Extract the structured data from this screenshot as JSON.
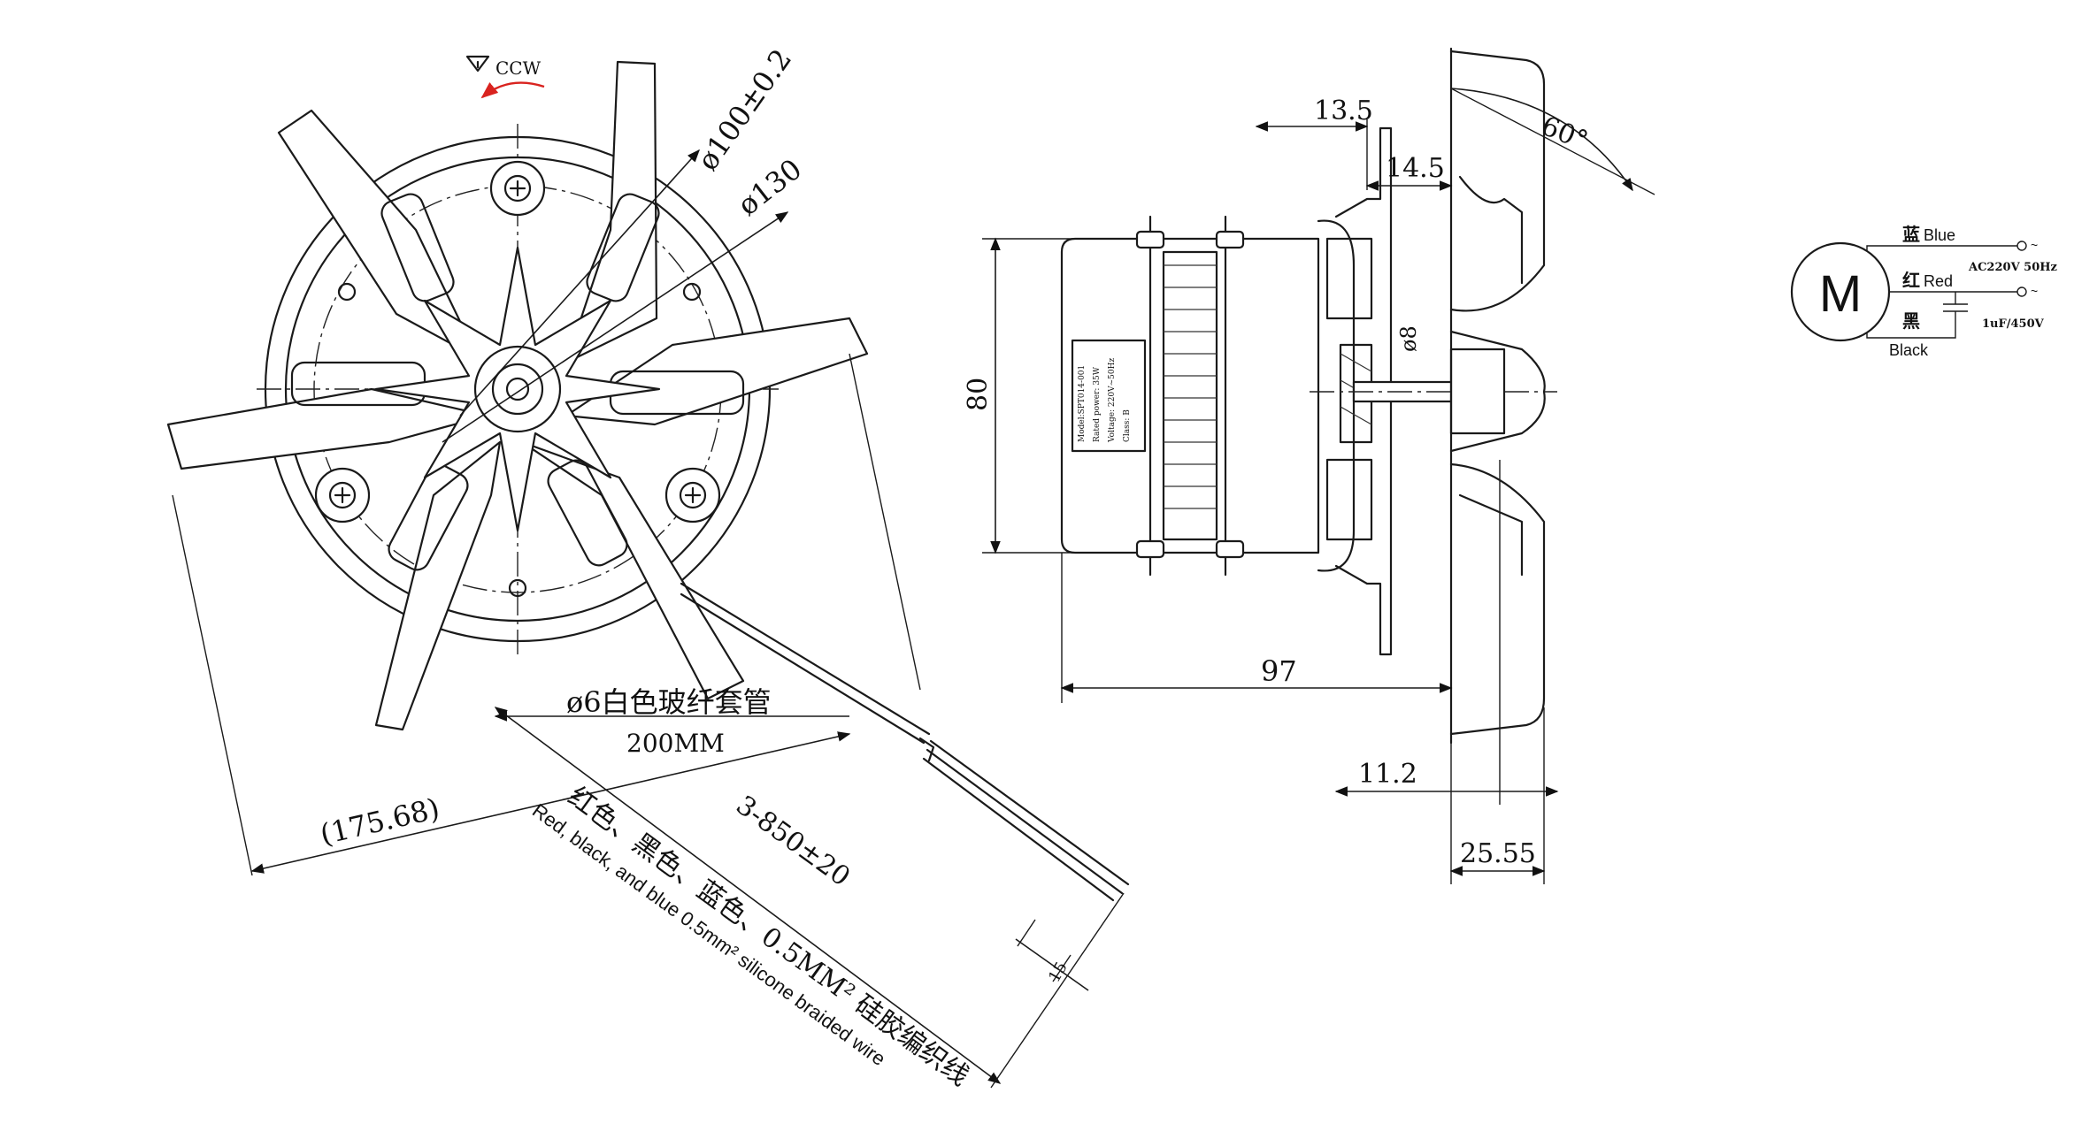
{
  "rotation": "CCW",
  "dimensions": {
    "dia_inner": "ø100±0.2",
    "dia_outer": "ø130",
    "sleeve_cn": "ø6白色玻纤套管",
    "sleeve_len": "200MM",
    "overall": "(175.68)",
    "wire_cn": "红色、黑色、蓝色、0.5MM² 硅胶编织线",
    "wire_en": "Red, black, and blue 0.5mm² silicone braided wire",
    "wire_len": "3-850±20",
    "strip_len": "15",
    "side_13_5": "13.5",
    "side_14_5": "14.5",
    "angle": "60°",
    "height_80": "80",
    "shaft": "ø8",
    "length_97": "97",
    "offset_11_2": "11.2",
    "depth_25_55": "25.55"
  },
  "label_plate": {
    "line1": "Model:SPT014-001",
    "line2": "Rated power: 35W",
    "line3": "Voltage: 220V~50Hz",
    "line4": "Class: B"
  },
  "wiring": {
    "motor_symbol": "M",
    "blue_cn": "蓝",
    "blue_en": "Blue",
    "red_cn": "红",
    "red_en": "Red",
    "black_cn": "黑",
    "black_en": "Black",
    "supply": "AC220V 50Hz",
    "capacitor": "1uF/450V",
    "term1": "~",
    "term2": "~"
  },
  "colors": {
    "line": "#1a1a1a",
    "rotation_arrow": "#d9231f",
    "background": "#ffffff"
  }
}
